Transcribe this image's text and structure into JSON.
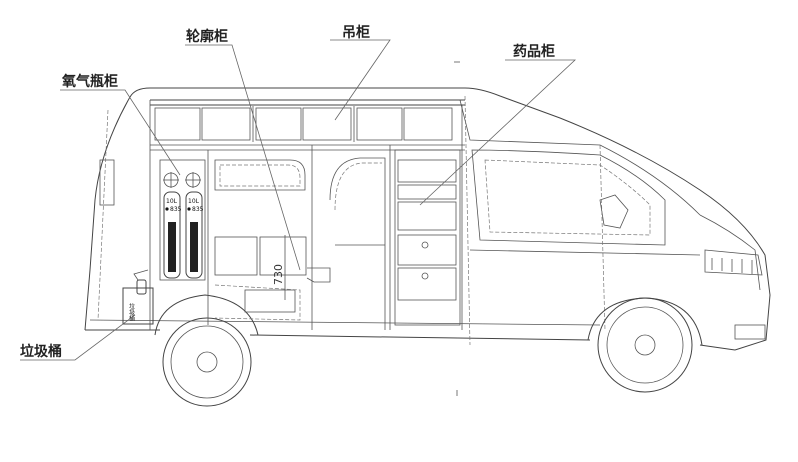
{
  "labels": {
    "contour_cabinet": "轮廓柜",
    "hanging_cabinet": "吊柜",
    "oxygen_cabinet": "氧气瓶柜",
    "medicine_cabinet": "药品柜",
    "trash_bin": "垃圾桶"
  },
  "cylinders": [
    {
      "capacity": "10L",
      "code": "835"
    },
    {
      "capacity": "10L",
      "code": "835"
    }
  ],
  "dimension": "730",
  "trash_text": "垃圾桶"
}
